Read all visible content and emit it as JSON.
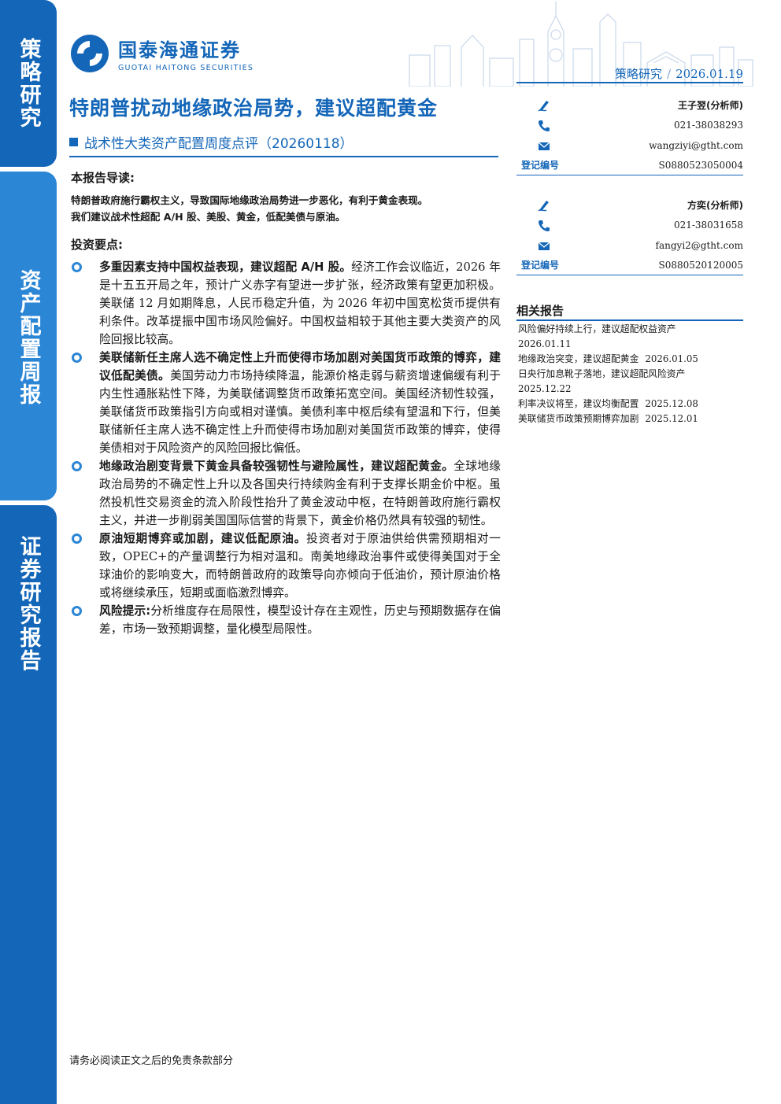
{
  "sidebar": {
    "top": "策略研究",
    "middle": "资产配置周报",
    "bottom": "证券研究报告"
  },
  "brand": {
    "name_cn": "国泰海通证券",
    "name_en": "GUOTAI HAITONG SECURITIES",
    "color": "#1466b8"
  },
  "header": {
    "category": "策略研究",
    "separator": "/",
    "date": "2026.01.19"
  },
  "title": "特朗普扰动地缘政治局势，建议超配黄金",
  "subtitle": "战术性大类资产配置周度点评（20260118）",
  "guide": {
    "heading": "本报告导读:",
    "lines": [
      "特朗普政府施行霸权主义，导致国际地缘政治局势进一步恶化，有利于黄金表现。",
      "我们建议战术性超配 A/H 股、美股、黄金，低配美债与原油。"
    ]
  },
  "points": {
    "heading": "投资要点:",
    "items": [
      {
        "lead": "多重因素支持中国权益表现，建议超配 A/H 股。",
        "text": "经济工作会议临近，2026 年是十五五开局之年，预计广义赤字有望进一步扩张，经济政策有望更加积极。美联储 12 月如期降息，人民币稳定升值，为 2026 年初中国宽松货币提供有利条件。改革提振中国市场风险偏好。中国权益相较于其他主要大类资产的风险回报比较高。"
      },
      {
        "lead": "美联储新任主席人选不确定性上升而使得市场加剧对美国货币政策的博弈，建议低配美债。",
        "text": "美国劳动力市场持续降温，能源价格走弱与薪资增速偏缓有利于内生性通胀粘性下降，为美联储调整货币政策拓宽空间。美国经济韧性较强，美联储货币政策指引方向或相对谨慎。美债利率中枢后续有望温和下行，但美联储新任主席人选不确定性上升而使得市场加剧对美国货币政策的博弈，使得美债相对于风险资产的风险回报比偏低。"
      },
      {
        "lead": "地缘政治剧变背景下黄金具备较强韧性与避险属性，建议超配黄金。",
        "text": "全球地缘政治局势的不确定性上升以及各国央行持续购金有利于支撑长期金价中枢。虽然投机性交易资金的流入阶段性抬升了黄金波动中枢，在特朗普政府施行霸权主义，并进一步削弱美国国际信誉的背景下，黄金价格仍然具有较强的韧性。"
      },
      {
        "lead": "原油短期博弈或加剧，建议低配原油。",
        "text": "投资者对于原油供给供需预期相对一致，OPEC+的产量调整行为相对温和。南美地缘政治事件或使得美国对于全球油价的影响变大，而特朗普政府的政策导向亦倾向于低油价，预计原油价格或将继续承压，短期或面临激烈博弈。"
      },
      {
        "lead": "风险提示:",
        "text": "分析维度存在局限性，模型设计存在主观性，历史与预期数据存在偏差，市场一致预期调整，量化模型局限性。"
      }
    ]
  },
  "analysts": [
    {
      "name": "王子翌(分析师)",
      "phone": "021-38038293",
      "email": "wangziyi@gtht.com",
      "reg_label": "登记编号",
      "reg_no": "S0880523050004"
    },
    {
      "name": "方奕(分析师)",
      "phone": "021-38031658",
      "email": "fangyi2@gtht.com",
      "reg_label": "登记编号",
      "reg_no": "S0880520120005"
    }
  ],
  "related": {
    "heading": "相关报告",
    "items": [
      {
        "title": "风险偏好持续上行，建议超配权益资产",
        "date": "2026.01.11"
      },
      {
        "title": "地缘政治突变，建议超配黄金",
        "date": "2026.01.05"
      },
      {
        "title": "日央行加息靴子落地，建议超配风险资产",
        "date": "2025.12.22"
      },
      {
        "title": "利率决议将至，建议均衡配置",
        "date": "2025.12.08"
      },
      {
        "title": "美联储货币政策预期博弈加剧",
        "date": "2025.12.01"
      }
    ]
  },
  "footer": "请务必阅读正文之后的免责条款部分",
  "icons": {
    "analyst": "pen-icon",
    "phone": "phone-icon",
    "email": "mail-icon"
  }
}
